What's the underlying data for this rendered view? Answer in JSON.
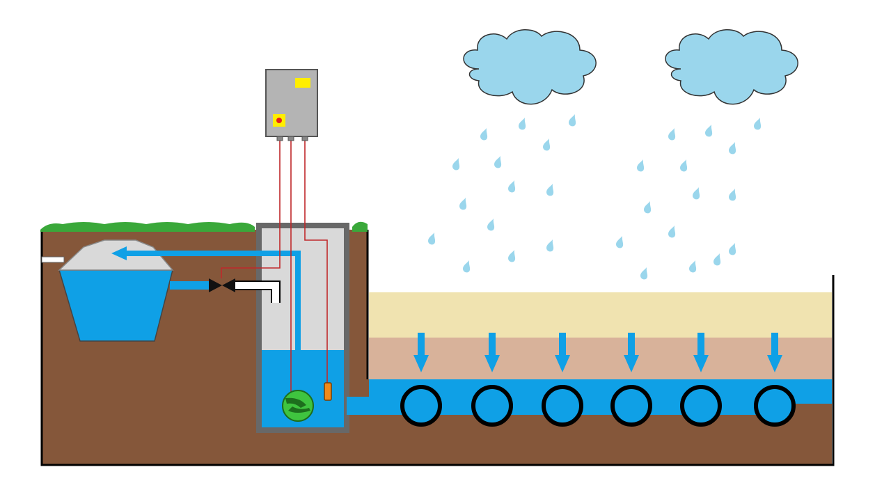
{
  "colors": {
    "background": "#ffffff",
    "soil": "#85573a",
    "grass": "#3aa83a",
    "water": "#0fa0e6",
    "shaft_wall": "#686868",
    "shaft_inner": "#d9d9d9",
    "sand": "#f0e3b0",
    "clay": "#d8b29a",
    "cloud": "#9ad6ec",
    "rain": "#9ad6ec",
    "wire": "#c0282a",
    "pipe_white": "#ffffff",
    "pump": "#3fc43f",
    "float_switch": "#f08a1a",
    "control_box": "#b4b4b4",
    "indicator_yellow": "#ffee00",
    "indicator_red": "#e8201a",
    "valve": "#111111",
    "outline": "#222222"
  },
  "icons": {
    "control_box": "control-panel-icon",
    "pump": "submersible-pump-icon",
    "valve": "gate-valve-icon",
    "cloud": "rain-cloud-icon",
    "drain_pipe": "drainage-pipe-icon",
    "flow_arrow": "arrow-down-icon",
    "tank": "cistern-tank-icon",
    "float": "float-switch-icon"
  },
  "components": {
    "clouds": 2,
    "drainage_pipes": 6,
    "infiltration_arrows": 6
  }
}
